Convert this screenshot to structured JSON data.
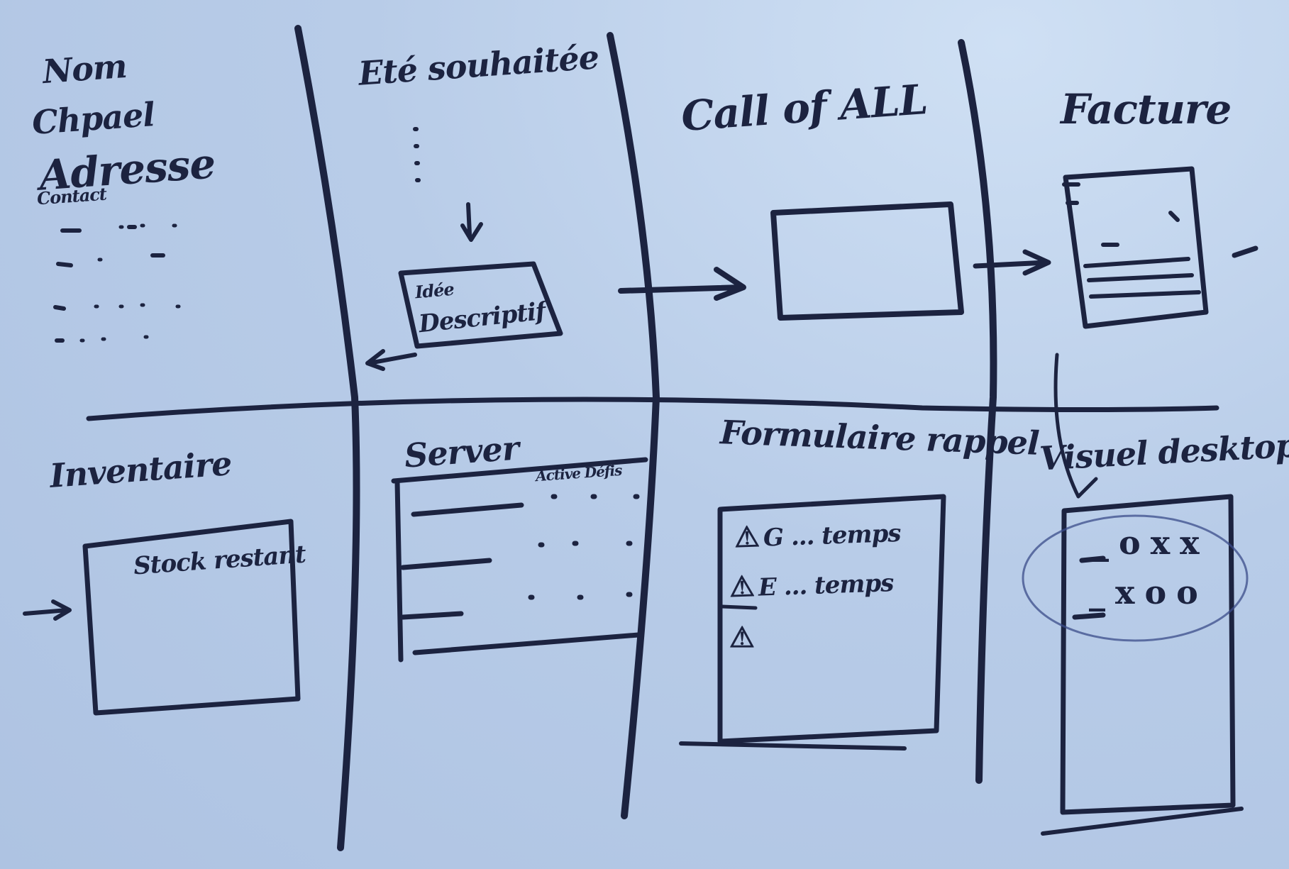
{
  "panels": {
    "client_form": {
      "fields": [
        "Nom",
        "Chpael",
        "Adresse",
        "Contact"
      ]
    },
    "etat_souhaite": {
      "title": "Eté souhaitée",
      "card_lines": [
        "Idée",
        "Descriptif"
      ]
    },
    "call_of_all": {
      "title": "Call of ALL"
    },
    "facture": {
      "title": "Facture"
    },
    "inventaire": {
      "title": "Inventaire",
      "box_label": "Stock restant"
    },
    "server": {
      "title": "Server",
      "column_header": "Active Défis"
    },
    "formulaire": {
      "title": "Formulaire rappel",
      "rows": [
        {
          "icon": "⚠",
          "text": "G ... temps"
        },
        {
          "icon": "⚠",
          "text": "E ... temps"
        },
        {
          "icon": "⚠",
          "text": ""
        }
      ]
    },
    "visuel": {
      "title": "Visuel desktop",
      "rows": [
        "_ o x x",
        "_ x o o"
      ]
    }
  }
}
